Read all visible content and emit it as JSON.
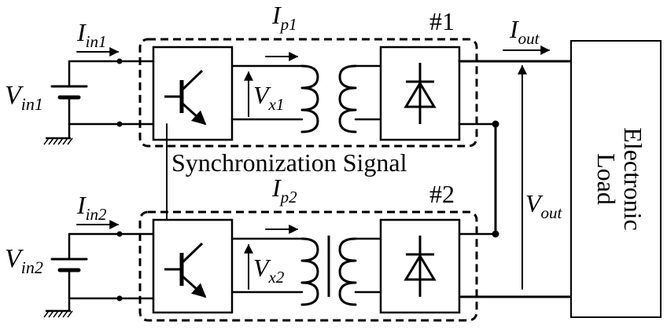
{
  "modules": [
    {
      "id": "#1",
      "vin_sym": "V",
      "vin_sub": "in1",
      "iin_sym": "I",
      "iin_sub": "in1",
      "ip_sym": "I",
      "ip_sub": "p1",
      "vx_sym": "V",
      "vx_sub": "x1"
    },
    {
      "id": "#2",
      "vin_sym": "V",
      "vin_sub": "in2",
      "iin_sym": "I",
      "iin_sub": "in2",
      "ip_sym": "I",
      "ip_sub": "p2",
      "vx_sym": "V",
      "vx_sub": "x2"
    }
  ],
  "sync_label": "Synchronization Signal",
  "output": {
    "iout_sym": "I",
    "iout_sub": "out",
    "vout_sym": "V",
    "vout_sub": "out"
  },
  "load": {
    "line1": "Electronic",
    "line2": "Load"
  }
}
